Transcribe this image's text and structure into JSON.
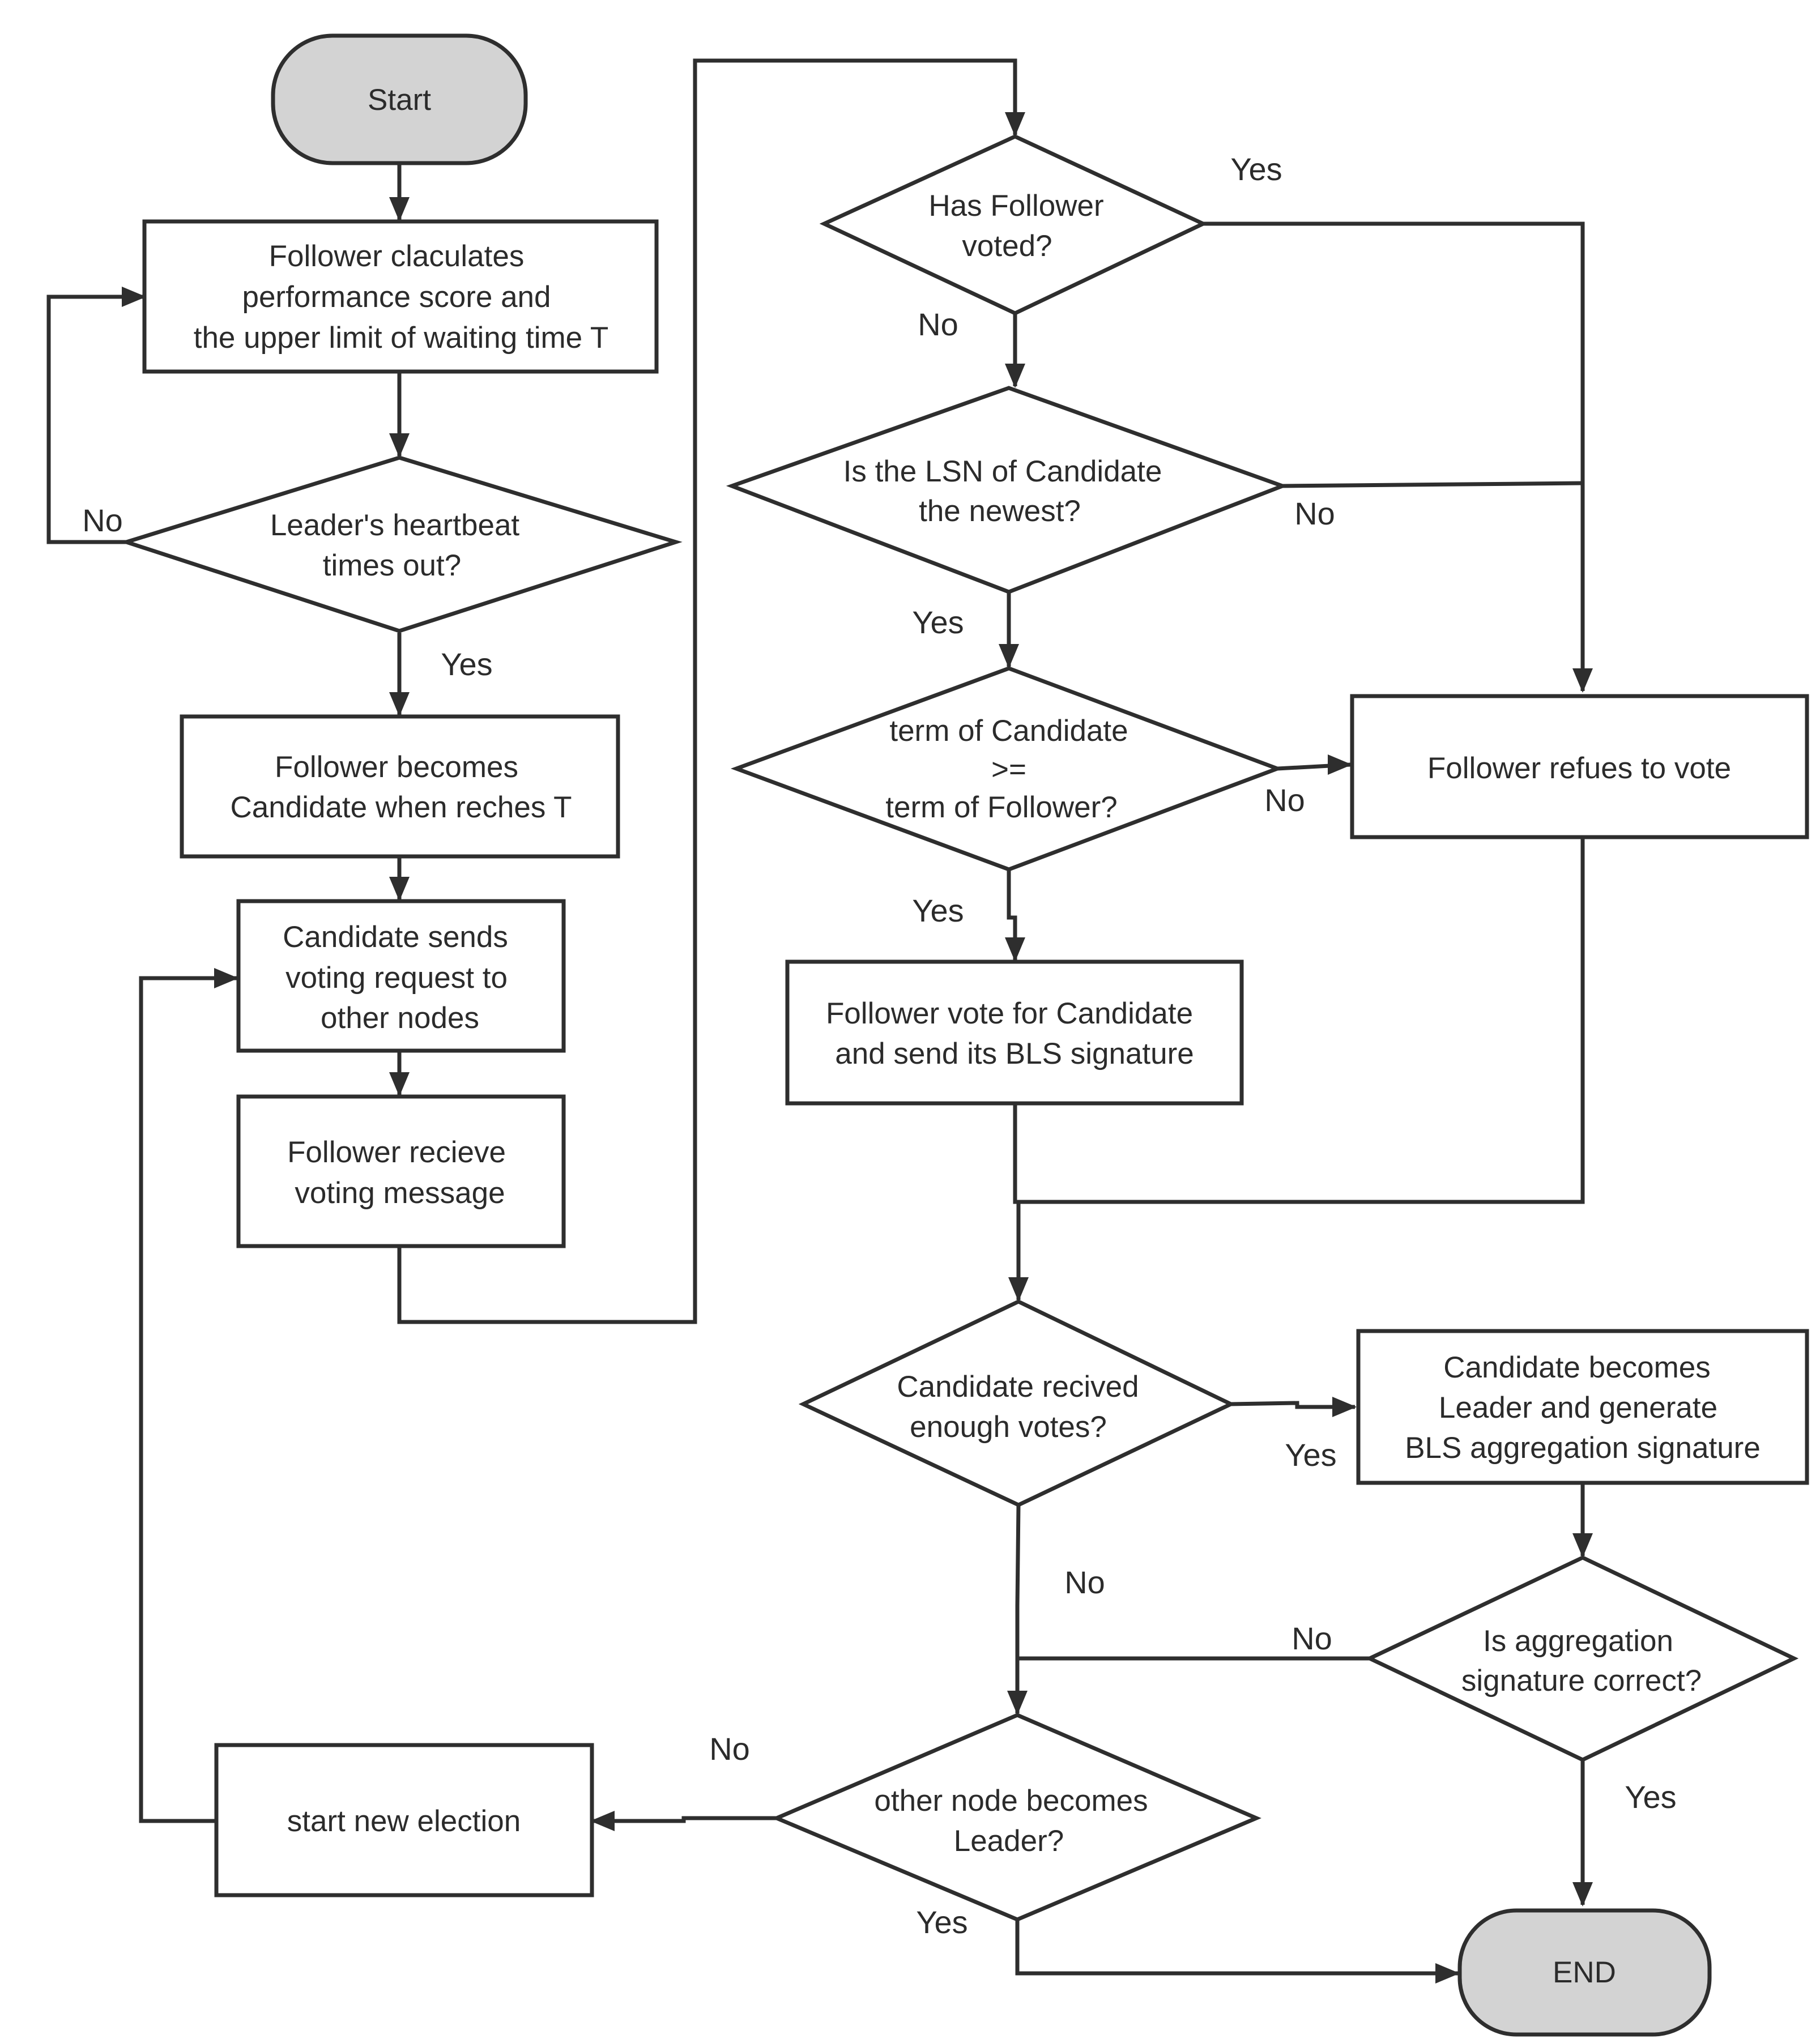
{
  "nodes": {
    "start": {
      "lines": [
        "Start"
      ]
    },
    "calc": {
      "lines": [
        "Follower claculates",
        "performance score and",
        "the upper limit of waiting time T"
      ]
    },
    "heartbeat": {
      "lines": [
        "Leader's heartbeat",
        "times out?"
      ]
    },
    "becomes_candidate": {
      "lines": [
        "Follower becomes",
        "Candidate when reches T"
      ]
    },
    "sends_request": {
      "lines": [
        "Candidate sends",
        "voting request to",
        "other nodes"
      ]
    },
    "receive": {
      "lines": [
        "Follower recieve",
        "voting message"
      ]
    },
    "has_voted": {
      "lines": [
        "Has Follower",
        "voted?"
      ]
    },
    "lsn": {
      "lines": [
        "Is the LSN of Candidate",
        "the newest?"
      ]
    },
    "term": {
      "lines": [
        "term of Candidate",
        ">=",
        "term of Follower?"
      ]
    },
    "refuse": {
      "lines": [
        "Follower refues to vote"
      ]
    },
    "vote": {
      "lines": [
        "Follower vote for Candidate",
        "and send its BLS signature"
      ]
    },
    "enough": {
      "lines": [
        "Candidate recived",
        "enough votes?"
      ]
    },
    "becomes_leader": {
      "lines": [
        "Candidate becomes",
        "Leader and generate",
        "BLS aggregation signature"
      ]
    },
    "agg_correct": {
      "lines": [
        "Is aggregation",
        "signature correct?"
      ]
    },
    "other_leader": {
      "lines": [
        "other node becomes",
        "Leader?"
      ]
    },
    "new_election": {
      "lines": [
        "start new election"
      ]
    },
    "end": {
      "lines": [
        "END"
      ]
    }
  },
  "edge_labels": {
    "heartbeat_no": "No",
    "heartbeat_yes": "Yes",
    "voted_yes": "Yes",
    "voted_no": "No",
    "lsn_no": "No",
    "lsn_yes": "Yes",
    "term_no": "No",
    "term_yes": "Yes",
    "enough_yes": "Yes",
    "enough_no": "No",
    "agg_no": "No",
    "agg_yes": "Yes",
    "other_no": "No",
    "other_yes": "Yes"
  },
  "colors": {
    "terminal_fill": "#d3d3d3",
    "process_fill": "#ffffff",
    "stroke": "#2e2e2e",
    "text": "#2b2b2b"
  }
}
